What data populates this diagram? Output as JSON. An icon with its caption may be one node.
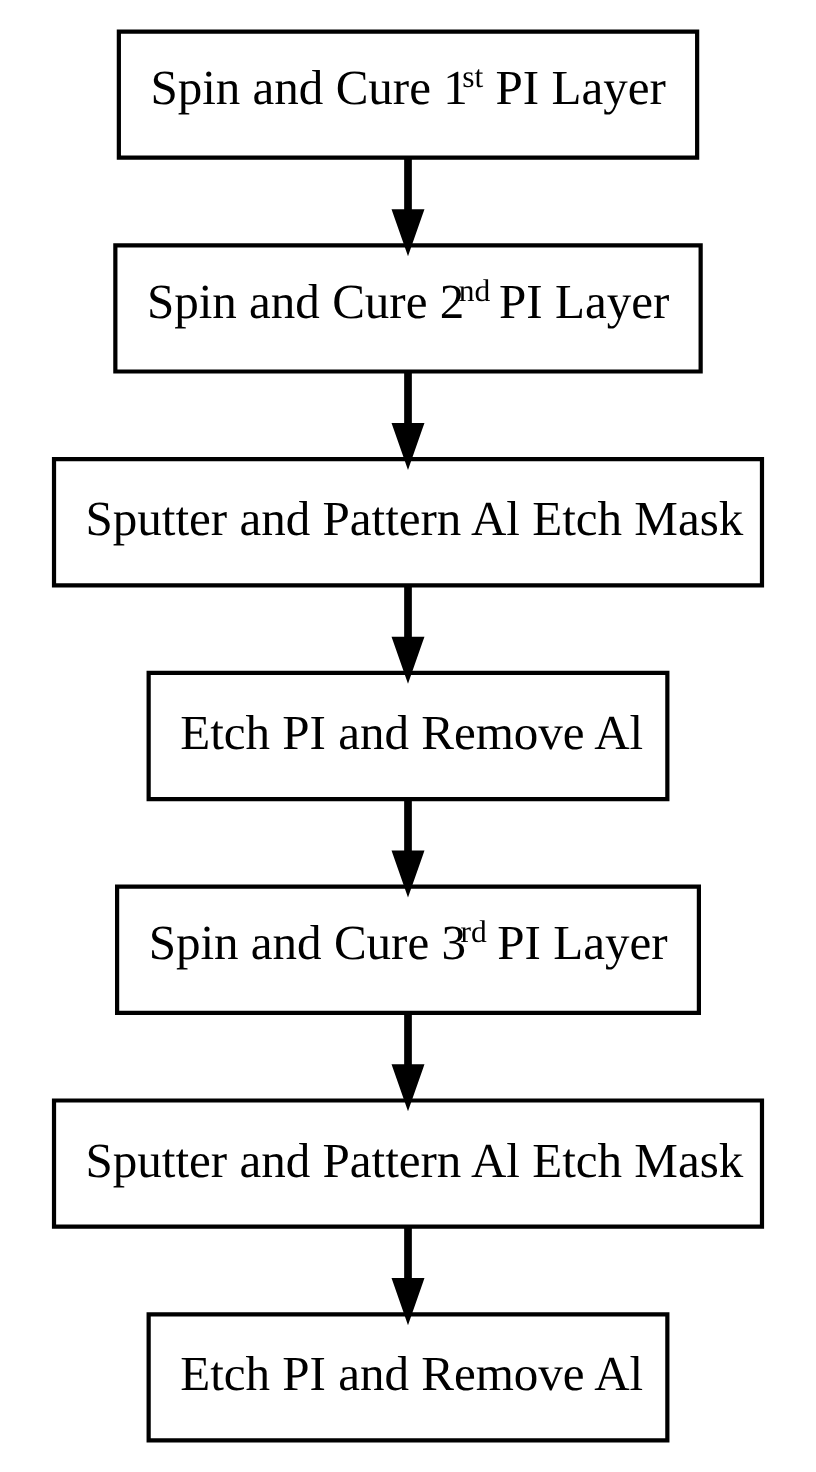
{
  "diagram": {
    "nodes": [
      {
        "text": [
          "Spin and Cure 1$^{st}$ PI Layer"
        ]
      },
      {
        "text": [
          "Spin and Cure 2$^{nd}$ PI Layer"
        ]
      },
      {
        "text": [
          "Sputter and Pattern Al Etch Mask"
        ]
      },
      {
        "text": [
          "Etch PI and Remove Al"
        ]
      },
      {
        "text": [
          "Spin and Cure 3$^{rd}$ PI Layer"
        ]
      },
      {
        "text": [
          "Sputter and Pattern Al Etch Mask"
        ]
      },
      {
        "text": [
          "Etch PI and Remove Al"
        ]
      }
    ],
    "edges": [
      {
        "from": 0,
        "to": 1,
        "arrow": "to"
      },
      {
        "from": 1,
        "to": 2,
        "arrow": "to"
      },
      {
        "from": 2,
        "to": 3,
        "arrow": "to"
      },
      {
        "from": 3,
        "to": 4,
        "arrow": "to"
      },
      {
        "from": 4,
        "to": 5,
        "arrow": "to"
      },
      {
        "from": 5,
        "to": 6,
        "arrow": "to"
      }
    ]
  }
}
